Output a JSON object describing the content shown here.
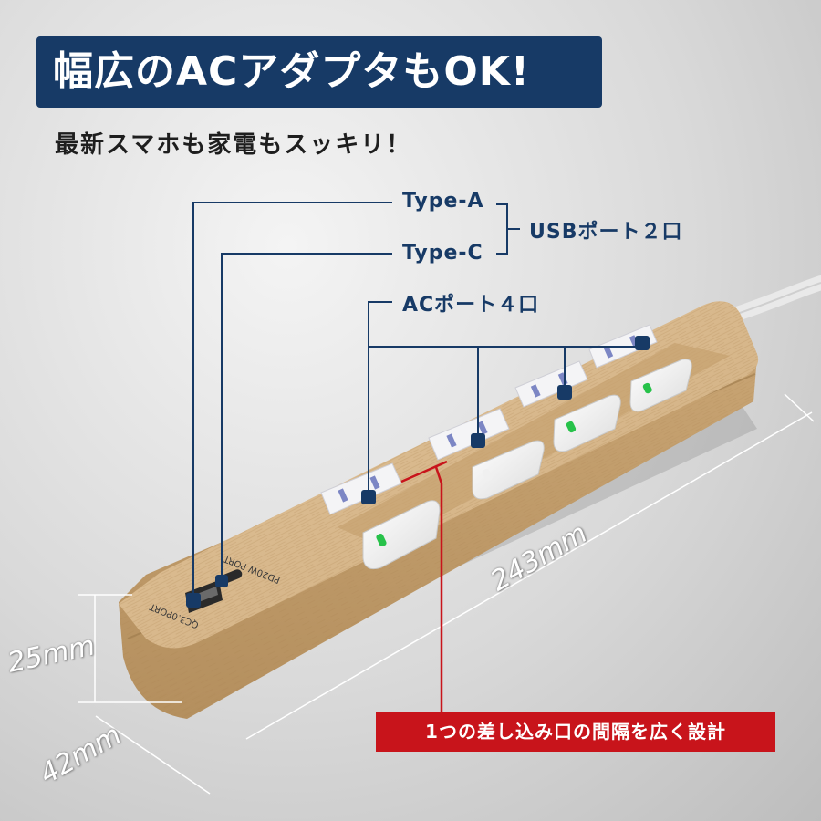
{
  "headline": "幅広のACアダプタもOK!",
  "subline": "最新スマホも家電もスッキリ！",
  "callouts": {
    "type_a": "Type-A",
    "type_c": "Type-C",
    "usb_ports": "USBポート２口",
    "ac_ports": "ACポート４口"
  },
  "feature_label": "1つの差し込み口の間隔を広く設計",
  "dimensions": {
    "length": "243mm",
    "height": "25mm",
    "width": "42mm"
  },
  "device_markings": {
    "usb_a_label": "QC3.0PORT",
    "usb_c_label": "PD20W PORT"
  },
  "colors": {
    "navy": "#173a66",
    "red": "#c8141b",
    "wood": "#d6b48a",
    "led_green": "#27c24a"
  }
}
